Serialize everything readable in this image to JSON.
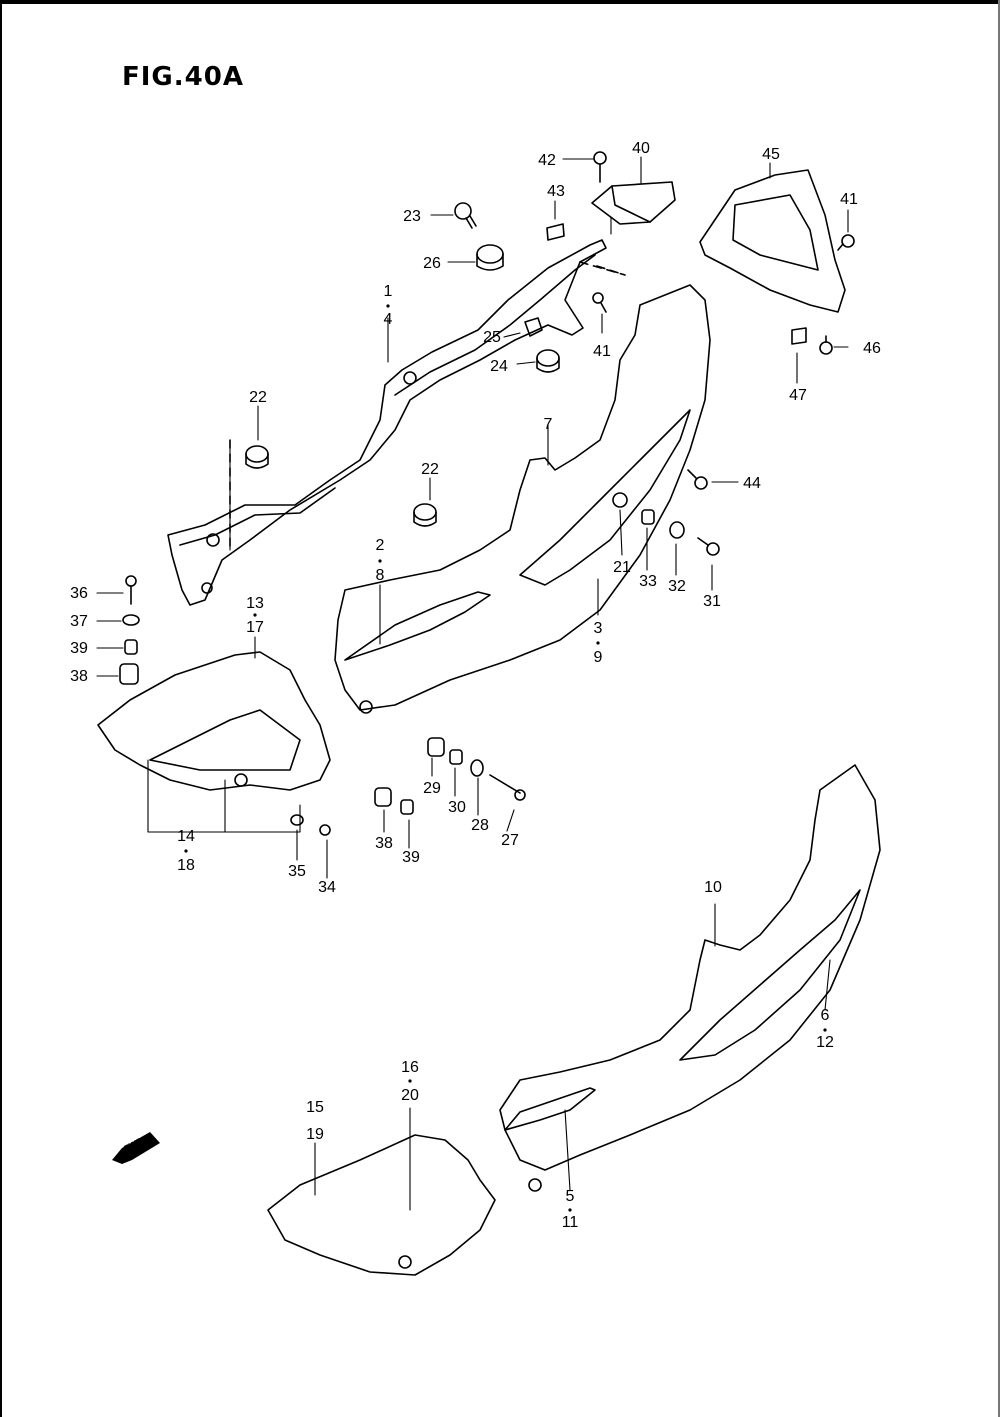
{
  "figure": {
    "title": "FIG.40A"
  },
  "fwd_badge": "FWD",
  "callouts": [
    {
      "id": "c1",
      "text": "1"
    },
    {
      "id": "c4",
      "text": "4"
    },
    {
      "id": "c2",
      "text": "2"
    },
    {
      "id": "c8",
      "text": "8"
    },
    {
      "id": "c3",
      "text": "3"
    },
    {
      "id": "c9",
      "text": "9"
    },
    {
      "id": "c5",
      "text": "5"
    },
    {
      "id": "c11",
      "text": "11"
    },
    {
      "id": "c6",
      "text": "6"
    },
    {
      "id": "c12",
      "text": "12"
    },
    {
      "id": "c7",
      "text": "7"
    },
    {
      "id": "c10",
      "text": "10"
    },
    {
      "id": "c13",
      "text": "13"
    },
    {
      "id": "c17",
      "text": "17"
    },
    {
      "id": "c14",
      "text": "14"
    },
    {
      "id": "c18",
      "text": "18"
    },
    {
      "id": "c15",
      "text": "15"
    },
    {
      "id": "c19",
      "text": "19"
    },
    {
      "id": "c16",
      "text": "16"
    },
    {
      "id": "c20",
      "text": "20"
    },
    {
      "id": "c21",
      "text": "21"
    },
    {
      "id": "c22a",
      "text": "22"
    },
    {
      "id": "c22b",
      "text": "22"
    },
    {
      "id": "c23",
      "text": "23"
    },
    {
      "id": "c24",
      "text": "24"
    },
    {
      "id": "c25",
      "text": "25"
    },
    {
      "id": "c26",
      "text": "26"
    },
    {
      "id": "c27",
      "text": "27"
    },
    {
      "id": "c28",
      "text": "28"
    },
    {
      "id": "c29",
      "text": "29"
    },
    {
      "id": "c30",
      "text": "30"
    },
    {
      "id": "c31",
      "text": "31"
    },
    {
      "id": "c32",
      "text": "32"
    },
    {
      "id": "c33",
      "text": "33"
    },
    {
      "id": "c34",
      "text": "34"
    },
    {
      "id": "c35",
      "text": "35"
    },
    {
      "id": "c36",
      "text": "36"
    },
    {
      "id": "c37",
      "text": "37"
    },
    {
      "id": "c38a",
      "text": "38"
    },
    {
      "id": "c38b",
      "text": "38"
    },
    {
      "id": "c39a",
      "text": "39"
    },
    {
      "id": "c39b",
      "text": "39"
    },
    {
      "id": "c40",
      "text": "40"
    },
    {
      "id": "c41a",
      "text": "41"
    },
    {
      "id": "c41b",
      "text": "41"
    },
    {
      "id": "c42",
      "text": "42"
    },
    {
      "id": "c43",
      "text": "43"
    },
    {
      "id": "c44",
      "text": "44"
    },
    {
      "id": "c45",
      "text": "45"
    },
    {
      "id": "c46",
      "text": "46"
    },
    {
      "id": "c47",
      "text": "47"
    }
  ]
}
